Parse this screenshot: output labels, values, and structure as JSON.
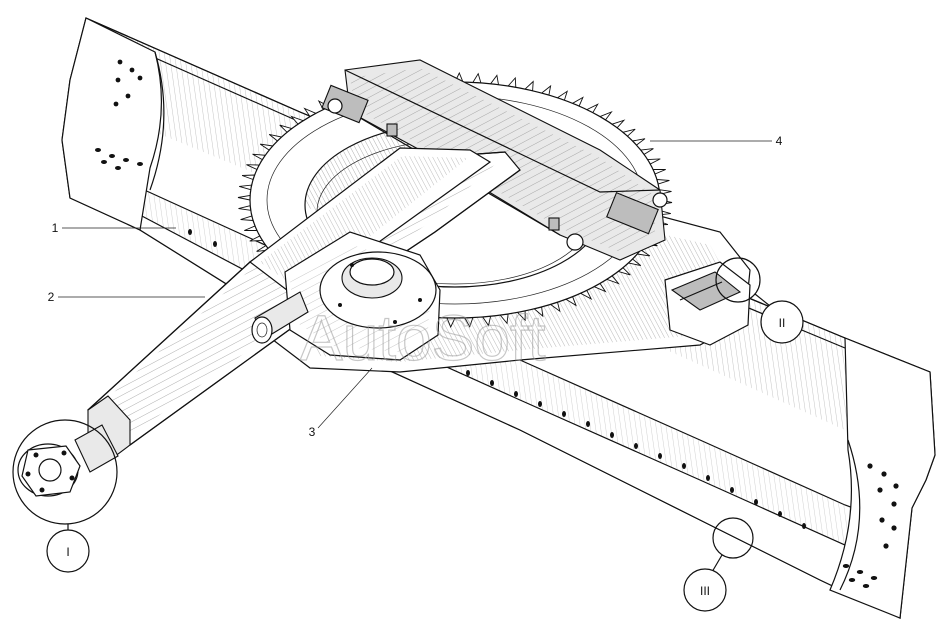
{
  "callouts": [
    {
      "id": "1",
      "label": "1"
    },
    {
      "id": "2",
      "label": "2"
    },
    {
      "id": "3",
      "label": "3"
    },
    {
      "id": "4",
      "label": "4"
    }
  ],
  "details": [
    {
      "id": "I",
      "label": "I"
    },
    {
      "id": "II",
      "label": "II"
    },
    {
      "id": "III",
      "label": "III"
    }
  ],
  "watermark": "AutoSoft"
}
